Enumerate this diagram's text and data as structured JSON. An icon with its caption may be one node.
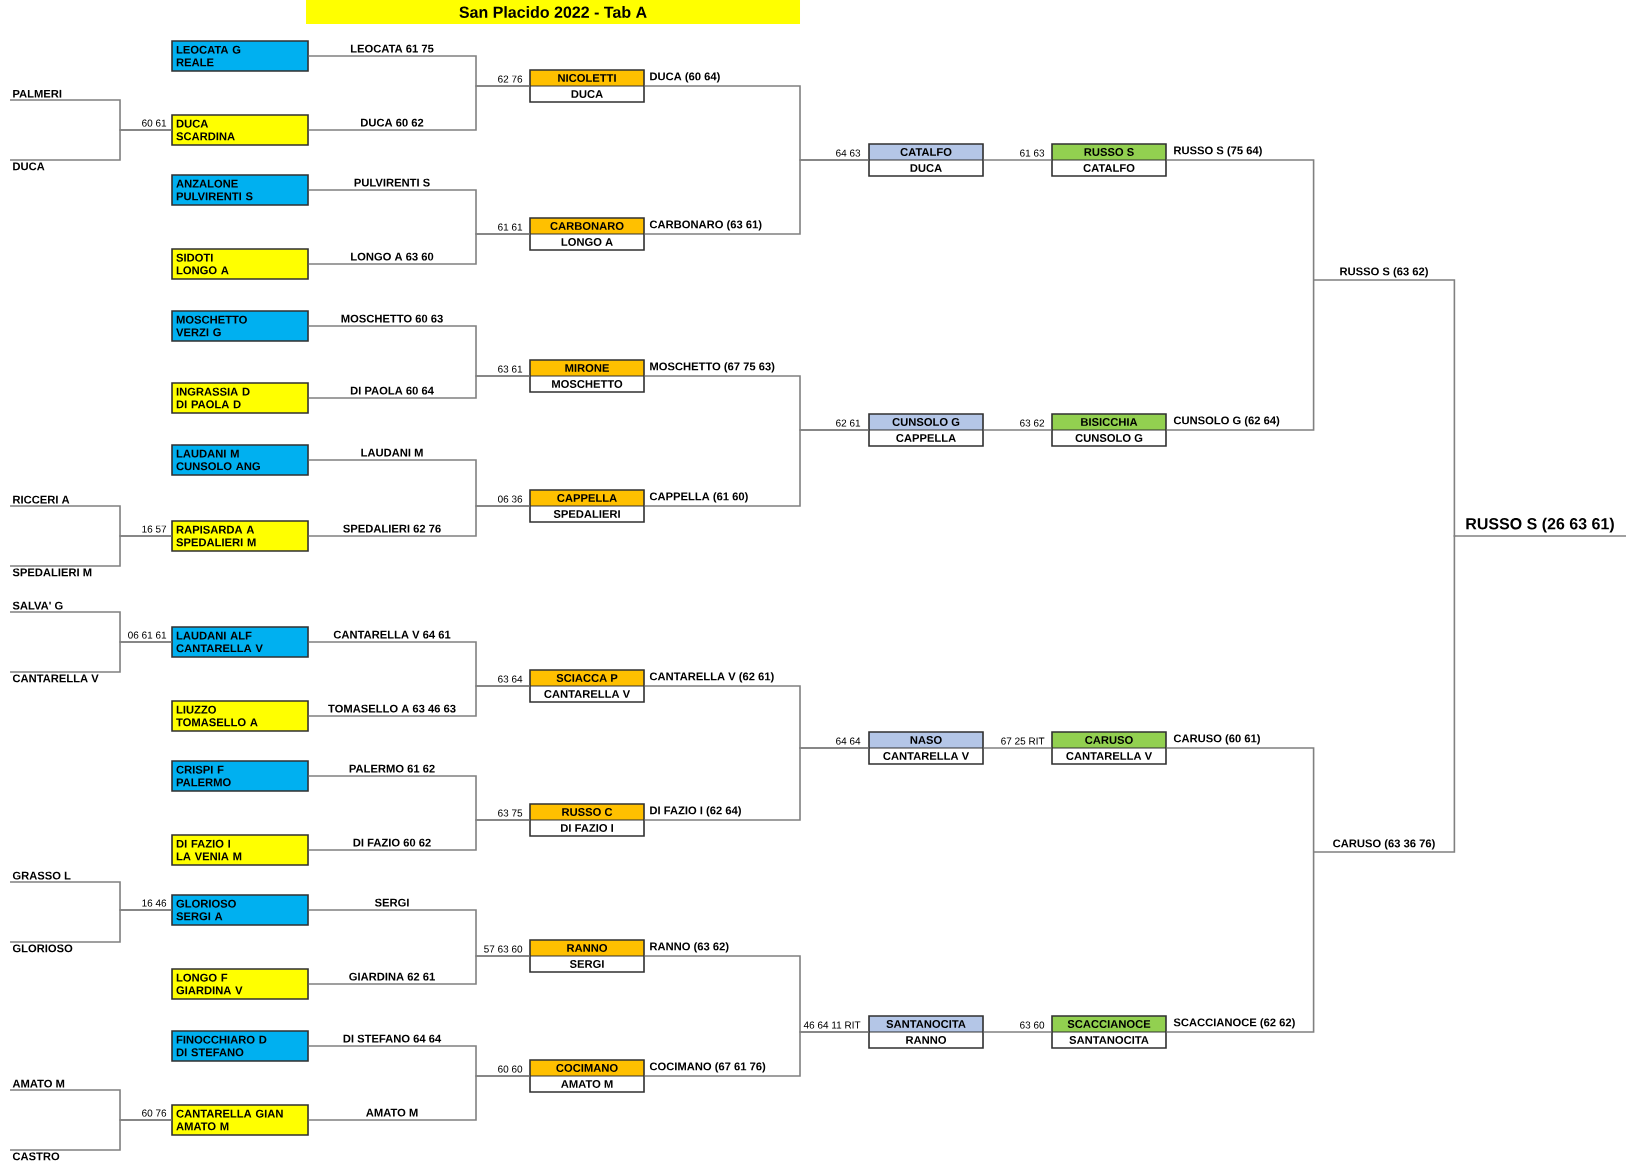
{
  "diagram": {
    "title": "San Placido 2022 - Tab A",
    "nodes": [
      {
        "text": [
          "LEOCATA G",
          "REALE"
        ]
      },
      {
        "text": [
          "DUCA",
          "SCARDINA"
        ],
        "beside": [
          "60 61"
        ]
      },
      {
        "text": [
          "ANZALONE",
          "PULVIRENTI S"
        ]
      },
      {
        "text": [
          "SIDOTI",
          "LONGO A"
        ]
      },
      {
        "text": [
          "MOSCHETTO",
          "VERZI G"
        ]
      },
      {
        "text": [
          "INGRASSIA D",
          "DI PAOLA D"
        ]
      },
      {
        "text": [
          "LAUDANI M",
          "CUNSOLO ANG"
        ]
      },
      {
        "text": [
          "RAPISARDA A",
          "SPEDALIERI M"
        ],
        "beside": [
          "16 57"
        ]
      },
      {
        "text": [
          "LAUDANI ALF",
          "CANTARELLA V"
        ],
        "beside": [
          "06 61 61"
        ]
      },
      {
        "text": [
          "LIUZZO",
          "TOMASELLO A"
        ]
      },
      {
        "text": [
          "CRISPI F",
          "PALERMO"
        ]
      },
      {
        "text": [
          "DI FAZIO I",
          "LA VENIA M"
        ]
      },
      {
        "text": [
          "GLORIOSO",
          "SERGI A"
        ],
        "beside": [
          "16 46"
        ]
      },
      {
        "text": [
          "LONGO F",
          "GIARDINA V"
        ]
      },
      {
        "text": [
          "FINOCCHIARO D",
          "DI STEFANO"
        ]
      },
      {
        "text": [
          "CANTARELLA GIAN",
          "AMATO M"
        ],
        "beside": [
          "60 76"
        ]
      },
      {
        "text": [
          "NICOLETTI",
          "DUCA"
        ],
        "beside": [
          "62 76"
        ]
      },
      {
        "text": [
          "CARBONARO",
          "LONGO A"
        ],
        "beside": [
          "61 61"
        ]
      },
      {
        "text": [
          "MIRONE",
          "MOSCHETTO"
        ],
        "beside": [
          "63 61"
        ]
      },
      {
        "text": [
          "CAPPELLA",
          "SPEDALIERI"
        ],
        "beside": [
          "06 36"
        ]
      },
      {
        "text": [
          "SCIACCA P",
          "CANTARELLA V"
        ],
        "beside": [
          "63 64"
        ]
      },
      {
        "text": [
          "RUSSO C",
          "DI FAZIO I"
        ],
        "beside": [
          "63 75"
        ]
      },
      {
        "text": [
          "RANNO",
          "SERGI"
        ],
        "beside": [
          "57 63 60"
        ]
      },
      {
        "text": [
          "COCIMANO",
          "AMATO M"
        ],
        "beside": [
          "60 60"
        ]
      },
      {
        "text": [
          "CATALFO",
          "DUCA"
        ],
        "beside": [
          "64 63"
        ]
      },
      {
        "text": [
          "CUNSOLO G",
          "CAPPELLA"
        ],
        "beside": [
          "62 61"
        ]
      },
      {
        "text": [
          "NASO",
          "CANTARELLA V"
        ],
        "beside": [
          "64 64"
        ]
      },
      {
        "text": [
          "SANTANOCITA",
          "RANNO"
        ],
        "beside": [
          "46 64 11 RIT"
        ]
      },
      {
        "text": [
          "RUSSO S",
          "CATALFO"
        ],
        "beside": [
          "61 63"
        ]
      },
      {
        "text": [
          "BISICCHIA",
          "CUNSOLO G"
        ],
        "beside": [
          "63 62"
        ]
      },
      {
        "text": [
          "CARUSO",
          "CANTARELLA V"
        ],
        "beside": [
          "67 25 RIT"
        ]
      },
      {
        "text": [
          "SCACCIANOCE",
          "SANTANOCITA"
        ],
        "beside": [
          "63 60"
        ]
      },
      {
        "text": [
          "RUSSO S (63 62)"
        ]
      },
      {
        "text": [
          "CARUSO (63 36 76)"
        ]
      },
      {
        "text": [
          "RUSSO S (26 63 61)"
        ]
      },
      {
        "text": [
          "PALMERI"
        ]
      },
      {
        "text": [
          "DUCA"
        ]
      },
      {
        "text": [
          "RICCERI A"
        ]
      },
      {
        "text": [
          "SPEDALIERI M"
        ]
      },
      {
        "text": [
          "SALVA' G"
        ]
      },
      {
        "text": [
          "CANTARELLA V"
        ]
      },
      {
        "text": [
          "GRASSO L"
        ]
      },
      {
        "text": [
          "GLORIOSO"
        ]
      },
      {
        "text": [
          "AMATO M"
        ]
      },
      {
        "text": [
          "CASTRO"
        ]
      }
    ],
    "edges": [
      {
        "from": 35,
        "to": 1,
        "arrow": "none"
      },
      {
        "from": 36,
        "to": 1,
        "arrow": "none"
      },
      {
        "from": 37,
        "to": 7,
        "arrow": "none"
      },
      {
        "from": 38,
        "to": 7,
        "arrow": "none"
      },
      {
        "from": 39,
        "to": 8,
        "arrow": "none"
      },
      {
        "from": 40,
        "to": 8,
        "arrow": "none"
      },
      {
        "from": 41,
        "to": 12,
        "arrow": "none"
      },
      {
        "from": 42,
        "to": 12,
        "arrow": "none"
      },
      {
        "from": 43,
        "to": 15,
        "arrow": "none"
      },
      {
        "from": 44,
        "to": 15,
        "arrow": "none"
      },
      {
        "from": 0,
        "to": 16,
        "arrow": "none",
        "label": "LEOCATA 61 75"
      },
      {
        "from": 1,
        "to": 16,
        "arrow": "none",
        "label": "DUCA 60 62"
      },
      {
        "from": 2,
        "to": 17,
        "arrow": "none",
        "label": "PULVIRENTI S"
      },
      {
        "from": 3,
        "to": 17,
        "arrow": "none",
        "label": "LONGO A 63 60"
      },
      {
        "from": 4,
        "to": 18,
        "arrow": "none",
        "label": "MOSCHETTO 60 63"
      },
      {
        "from": 5,
        "to": 18,
        "arrow": "none",
        "label": "DI PAOLA 60 64"
      },
      {
        "from": 6,
        "to": 19,
        "arrow": "none",
        "label": "LAUDANI M"
      },
      {
        "from": 7,
        "to": 19,
        "arrow": "none",
        "label": "SPEDALIERI 62 76"
      },
      {
        "from": 8,
        "to": 20,
        "arrow": "none",
        "label": "CANTARELLA V 64 61"
      },
      {
        "from": 9,
        "to": 20,
        "arrow": "none",
        "label": "TOMASELLO A 63 46 63"
      },
      {
        "from": 10,
        "to": 21,
        "arrow": "none",
        "label": "PALERMO 61 62"
      },
      {
        "from": 11,
        "to": 21,
        "arrow": "none",
        "label": "DI FAZIO 60 62"
      },
      {
        "from": 12,
        "to": 22,
        "arrow": "none",
        "label": "SERGI"
      },
      {
        "from": 13,
        "to": 22,
        "arrow": "none",
        "label": "GIARDINA 62 61"
      },
      {
        "from": 14,
        "to": 23,
        "arrow": "none",
        "label": "DI STEFANO 64 64"
      },
      {
        "from": 15,
        "to": 23,
        "arrow": "none",
        "label": "AMATO M"
      },
      {
        "from": 16,
        "to": 24,
        "arrow": "none",
        "label": "DUCA (60 64)"
      },
      {
        "from": 17,
        "to": 24,
        "arrow": "none",
        "label": "CARBONARO (63 61)"
      },
      {
        "from": 18,
        "to": 25,
        "arrow": "none",
        "label": "MOSCHETTO (67 75 63)"
      },
      {
        "from": 19,
        "to": 25,
        "arrow": "none",
        "label": "CAPPELLA (61 60)"
      },
      {
        "from": 20,
        "to": 26,
        "arrow": "none",
        "label": "CANTARELLA V (62 61)"
      },
      {
        "from": 21,
        "to": 26,
        "arrow": "none",
        "label": "DI FAZIO I (62 64)"
      },
      {
        "from": 22,
        "to": 27,
        "arrow": "none",
        "label": "RANNO (63 62)"
      },
      {
        "from": 23,
        "to": 27,
        "arrow": "none",
        "label": "COCIMANO (67 61 76)"
      },
      {
        "from": 24,
        "to": 28,
        "arrow": "none"
      },
      {
        "from": 25,
        "to": 29,
        "arrow": "none"
      },
      {
        "from": 26,
        "to": 30,
        "arrow": "none"
      },
      {
        "from": 27,
        "to": 31,
        "arrow": "none"
      },
      {
        "from": 28,
        "to": 32,
        "arrow": "none",
        "label": "RUSSO S (75 64)"
      },
      {
        "from": 29,
        "to": 32,
        "arrow": "none",
        "label": "CUNSOLO G (62 64)"
      },
      {
        "from": 30,
        "to": 33,
        "arrow": "none",
        "label": "CARUSO (60 61)"
      },
      {
        "from": 31,
        "to": 33,
        "arrow": "none",
        "label": "SCACCIANOCE (62 62)"
      },
      {
        "from": 32,
        "to": 34,
        "arrow": "none"
      },
      {
        "from": 33,
        "to": 34,
        "arrow": "none"
      }
    ]
  }
}
